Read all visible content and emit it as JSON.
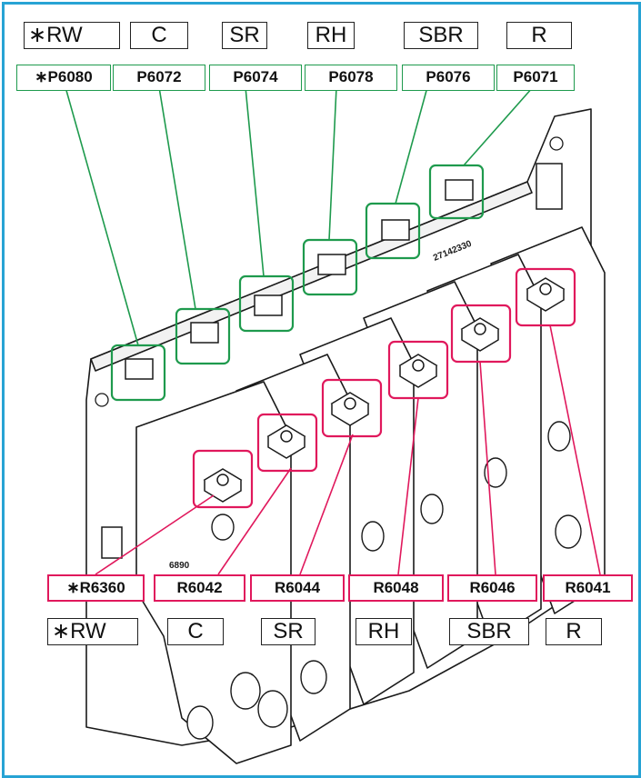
{
  "colors": {
    "frame": "#27a3d4",
    "connector_callout": "#1e9a4d",
    "trimmer_callout": "#e0185c",
    "line_art": "#1a1a1a"
  },
  "top_channels": [
    "∗RW",
    "C",
    "SR",
    "RH",
    "SBR",
    "R"
  ],
  "connectors": [
    "∗P6080",
    "P6072",
    "P6074",
    "P6078",
    "P6076",
    "P6071"
  ],
  "trimmers": [
    "∗R6360",
    "R6042",
    "R6044",
    "R6048",
    "R6046",
    "R6041"
  ],
  "bottom_channels": [
    "∗RW",
    "C",
    "SR",
    "RH",
    "SBR",
    "R"
  ],
  "board_marking": "27142330",
  "board_marking_2": "6890"
}
